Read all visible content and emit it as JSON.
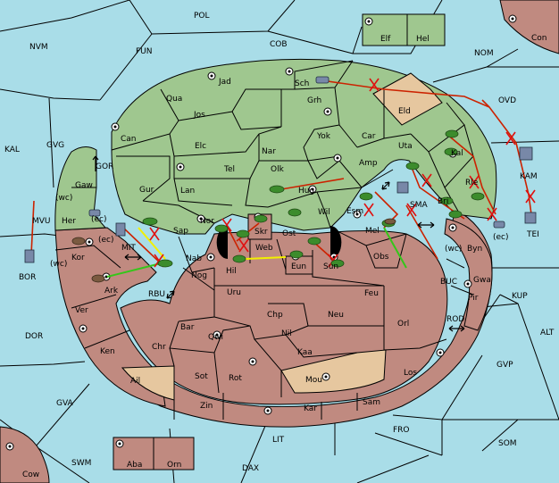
{
  "colors": {
    "sea": "#a9dde8",
    "green_power": "#9fc78f",
    "red_power": "#c08a80",
    "neutral": "#e6c79f",
    "order_move": "#cc2200",
    "order_support_yellow": "#f2f000",
    "order_support_green": "#35c61a"
  },
  "sea_labels": {
    "pol": "POL",
    "nvm": "NVM",
    "fun": "FUN",
    "cob": "COB",
    "nom": "NOM",
    "kal": "KAL",
    "gvg": "GVG",
    "ovd": "OVD",
    "gor": "GOR",
    "mvu": "MVU",
    "kam": "KAM",
    "bor": "BOR",
    "tei": "TEI",
    "mit": "MIT",
    "sma": "SMA",
    "rbu": "RBU",
    "buc": "BUC",
    "kup": "KUP",
    "dor": "DOR",
    "rod": "ROD",
    "alt": "ALT",
    "gvp": "GVP",
    "gva": "GVA",
    "fro": "FRO",
    "som": "SOM",
    "swm": "SWM",
    "lit": "LIT",
    "dax": "DAX"
  },
  "land_labels": {
    "con": "Con",
    "elf": "Elf",
    "hel": "Hel",
    "jad": "Jad",
    "sch": "Sch",
    "qua": "Qua",
    "jos": "Jos",
    "grh": "Grh",
    "eld": "Eld",
    "can": "Can",
    "elc": "Elc",
    "nar": "Nar",
    "yok": "Yok",
    "car": "Car",
    "uta": "Uta",
    "kal_l": "Kal",
    "tel": "Tel",
    "olk": "Olk",
    "amp": "Amp",
    "gaw": "Gaw",
    "gur": "Gur",
    "lan": "Lan",
    "hug": "Hug",
    "bri": "Bri",
    "rle": "Rle",
    "her": "Her",
    "nor": "Nor",
    "skr": "Skr",
    "wil": "Wil",
    "esm": "Esm",
    "sap": "Sap",
    "ost": "Ost",
    "mel": "Mel",
    "kor": "Kor",
    "nab": "Nab",
    "web": "Web",
    "byn": "Byn",
    "hil": "Hil",
    "eun": "Eun",
    "sun": "Sun",
    "obs": "Obs",
    "gwa": "Gwa",
    "ark": "Ark",
    "nog": "Nog",
    "pir": "Pir",
    "uru": "Uru",
    "feu": "Feu",
    "ver": "Ver",
    "chp": "Chp",
    "neu": "Neu",
    "bar": "Bar",
    "qwi": "Qwi",
    "nil": "Nil",
    "orl": "Orl",
    "ken": "Ken",
    "chr": "Chr",
    "kaa": "Kaa",
    "sot": "Sot",
    "rot": "Rot",
    "ail": "Ail",
    "mou": "Mou",
    "los": "Los",
    "zin": "Zin",
    "kar": "Kar",
    "sam": "Sam",
    "aba": "Aba",
    "orn": "Orn",
    "cow": "Cow"
  },
  "coast_labels": {
    "gaw_wc": "(wc)",
    "gaw_ec": "(ec)",
    "kor_ec": "(ec)",
    "kor_wc": "(wc)",
    "byn_wc": "(wc)",
    "byn_ec": "(ec)"
  }
}
